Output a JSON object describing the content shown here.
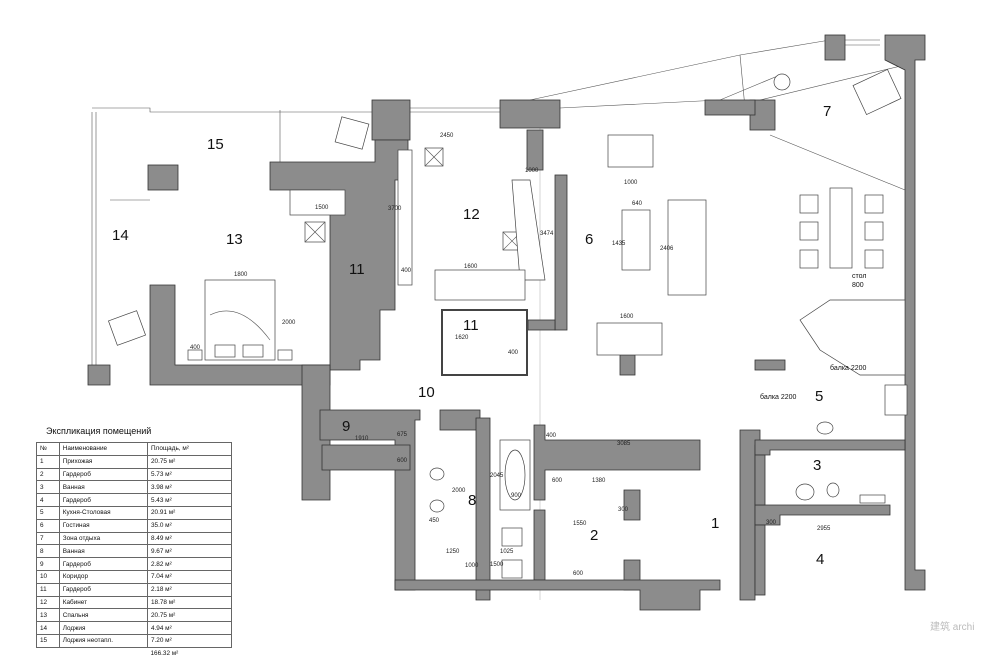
{
  "legend": {
    "title": "Экспликация помещений",
    "headers": [
      "№",
      "Наименование",
      "Площадь, м²"
    ],
    "rows": [
      [
        "1",
        "Прихожая",
        "20.75 м²"
      ],
      [
        "2",
        "Гардероб",
        "5.73 м²"
      ],
      [
        "3",
        "Ванная",
        "3.98 м²"
      ],
      [
        "4",
        "Гардероб",
        "5.43 м²"
      ],
      [
        "5",
        "Кухня-Столовая",
        "20.91 м²"
      ],
      [
        "6",
        "Гостиная",
        "35.0 м²"
      ],
      [
        "7",
        "Зона отдыха",
        "8.49 м²"
      ],
      [
        "8",
        "Ванная",
        "9.67 м²"
      ],
      [
        "9",
        "Гардероб",
        "2.82 м²"
      ],
      [
        "10",
        "Коридор",
        "7.04 м²"
      ],
      [
        "11",
        "Гардероб",
        "2.18 м²"
      ],
      [
        "12",
        "Кабинет",
        "18.78 м²"
      ],
      [
        "13",
        "Спальня",
        "20.75 м²"
      ],
      [
        "14",
        "Лоджия",
        "4.94 м²"
      ],
      [
        "15",
        "Лоджия неотапл.",
        "7.20 м²"
      ]
    ],
    "total": "166.32 м²"
  },
  "rooms": [
    "1",
    "2",
    "3",
    "4",
    "5",
    "6",
    "7",
    "8",
    "9",
    "10",
    "11",
    "11",
    "12",
    "13",
    "14",
    "15"
  ],
  "notes": {
    "table": "стол",
    "table_size": "800",
    "beam1": "балка 2200",
    "beam2": "балка 2200"
  },
  "dims": [
    "2450",
    "1500",
    "3700",
    "400",
    "1000",
    "3474",
    "640",
    "1435",
    "1000",
    "2406",
    "1800",
    "2000",
    "400",
    "1600",
    "1600",
    "1620",
    "400",
    "1910",
    "600",
    "675",
    "3085",
    "400",
    "2045",
    "900",
    "2000",
    "450",
    "1250",
    "1025",
    "1500",
    "1000",
    "600",
    "1380",
    "1550",
    "300",
    "600",
    "2955",
    "300"
  ],
  "watermark": "建筑 archi"
}
